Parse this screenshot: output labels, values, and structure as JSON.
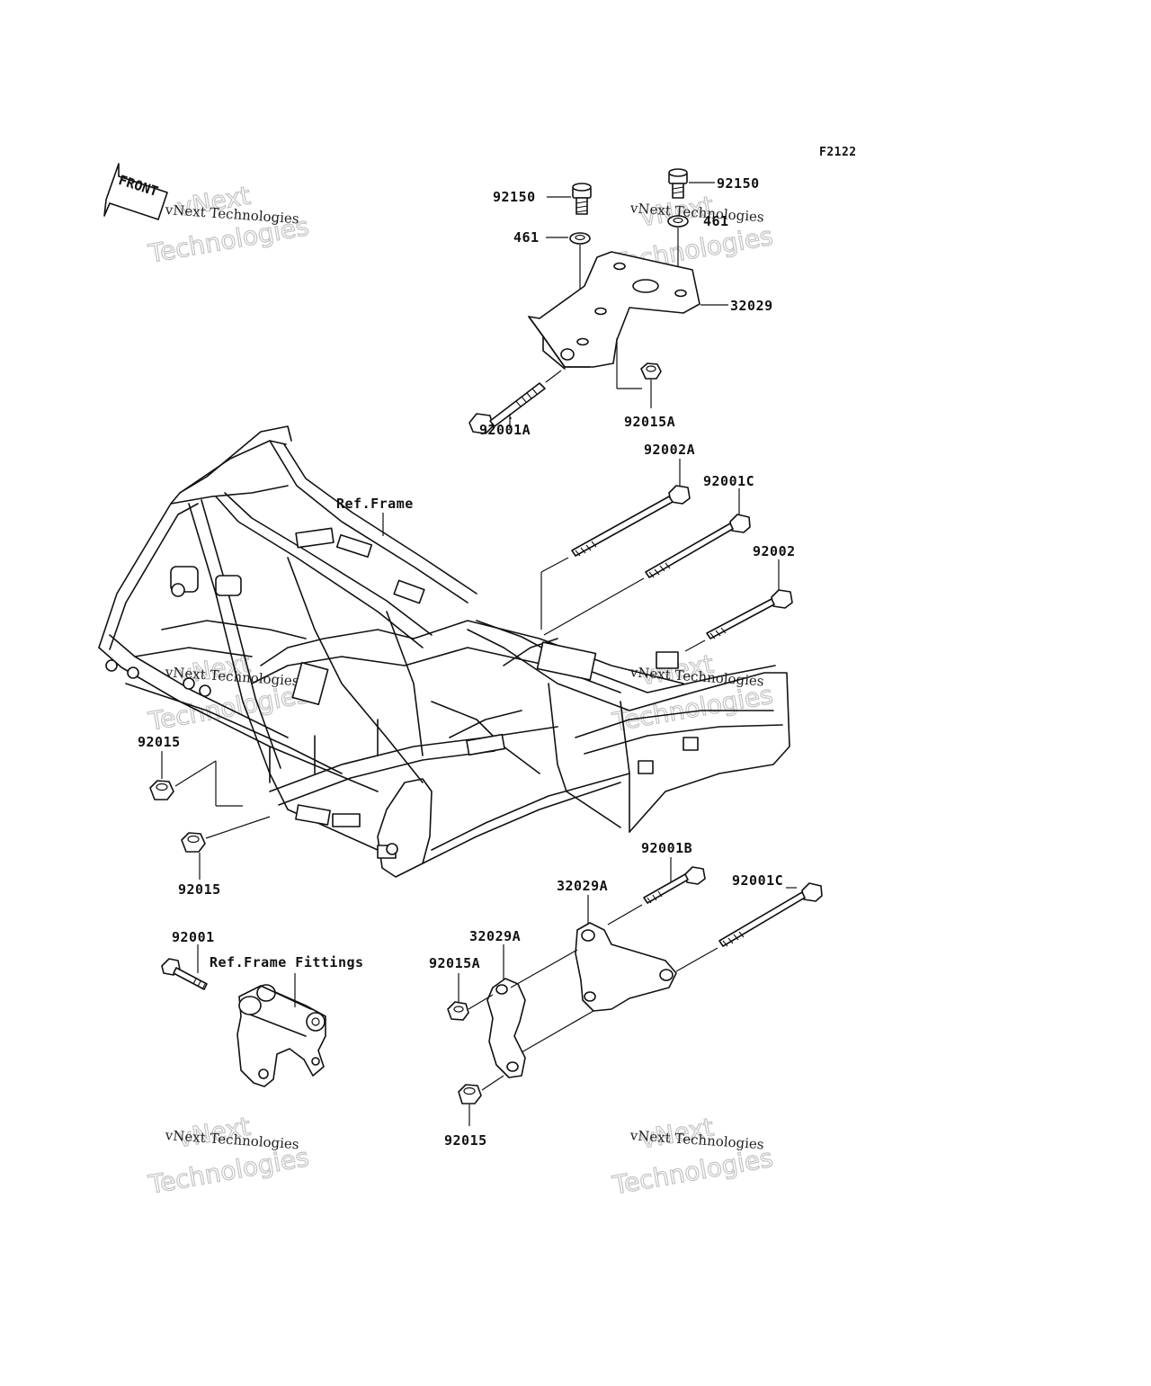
{
  "figure_code": "F2122",
  "front_badge": "FRONT",
  "watermark": {
    "line1": "vNext",
    "line2": "vNext Technologies",
    "line3": "Technologies"
  },
  "ref_labels": {
    "frame": "Ref.Frame",
    "frame_fittings": "Ref.Frame Fittings"
  },
  "part_labels": {
    "p92150_left": "92150",
    "p92150_right": "92150",
    "p461_left": "461",
    "p461_right": "461",
    "p32029": "32029",
    "p92001A": "92001A",
    "p92015A_top": "92015A",
    "p92002A": "92002A",
    "p92001C_top": "92001C",
    "p92002": "92002",
    "p92015_upper": "92015",
    "p92015_lower": "92015",
    "p92001B": "92001B",
    "p32029A_right": "32029A",
    "p92001C_bottom": "92001C",
    "p92001": "92001",
    "p32029A_left": "32029A",
    "p92015A_bottom": "92015A",
    "p92015_bottom": "92015"
  }
}
